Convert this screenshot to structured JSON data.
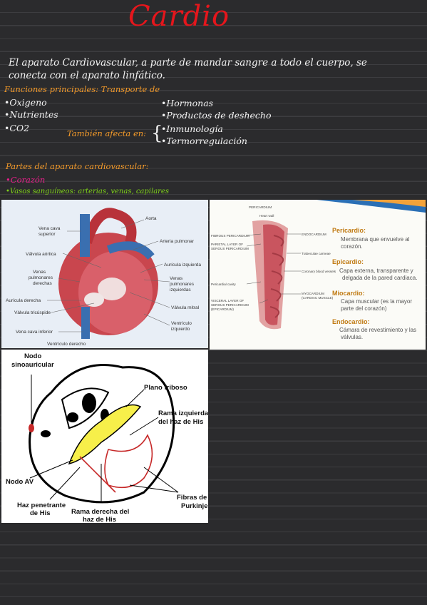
{
  "title": "Cardio",
  "intro": {
    "line1": "El aparato Cardiovascular, a parte de mandar sangre a todo el cuerpo, se",
    "line2": "conecta con el aparato linfático."
  },
  "functions": {
    "heading": "Funciones principales: Transporte de",
    "left_items": [
      "•Oxigeno",
      "•Nutrientes",
      "•CO2"
    ],
    "right_items": [
      "•Hormonas",
      "•Productos de deshecho"
    ],
    "also_label": "También afecta en:",
    "also_items": [
      "•Inmunología",
      "•Termorregulación"
    ]
  },
  "parts": {
    "heading": "Partes del aparato cardiovascular:",
    "item1": "•Corazón",
    "item2": "•Vasos sanguíneos: arterias, venas, capilares"
  },
  "heart_diagram": {
    "labels": {
      "aorta": "Aorta",
      "vcs": "Vena cava",
      "vcs2": "superior",
      "arteria_pulmonar": "Arteria pulmonar",
      "valvula_aortica": "Válvula aórtica",
      "auricula_izq": "Aurícula izquierda",
      "venas_der1": "Venas",
      "venas_der2": "pulmonares",
      "venas_der3": "derechas",
      "venas_izq1": "Venas",
      "venas_izq2": "pulmonares",
      "venas_izq3": "izquierdas",
      "auricula_der": "Aurícula derecha",
      "valvula_mitral": "Válvula mitral",
      "valvula_tricuspide": "Válvula tricúspide",
      "ventriculo_izq1": "Ventrículo",
      "ventriculo_izq2": "izquierdo",
      "vci": "Vena cava inferior",
      "ventriculo_der": "Ventrículo derecho"
    }
  },
  "layers_diagram": {
    "small_labels": {
      "pericardium": "PERICARDIUM",
      "heart_wall": "Heart wall",
      "fibrous": "FIBROUS PERICARDIUM",
      "parietal1": "PARIETAL LAYER OF",
      "parietal2": "SEROUS PERICARDIUM",
      "cavity": "Pericardial cavity",
      "visceral1": "VISCERAL LAYER OF",
      "visceral2": "SEROUS PERICARDIUM",
      "visceral3": "(EPICARDIUM)",
      "endocardium": "ENDOCARDIUM",
      "trabeculae": "Trabeculae carneae",
      "coronary": "Coronary blood vessels",
      "myocardium1": "MYOCARDIUM",
      "myocardium2": "(CARDIAC MUSCLE)"
    },
    "layers": [
      {
        "name": "Pericardio:",
        "desc1": "Membrana que envuelve al",
        "desc2": "corazón."
      },
      {
        "name": "Epicardio:",
        "desc1": "Capa externa, transparente y",
        "desc2": "delgada de la pared cardiaca."
      },
      {
        "name": "Miocardio:",
        "desc1": "Capa muscular (es la mayor",
        "desc2": "parte del corazón)"
      },
      {
        "name": "Endocardio:",
        "desc1": "Cámara de revestimiento y las",
        "desc2": "válvulas."
      }
    ]
  },
  "conduction_diagram": {
    "labels": {
      "nodo_sa1": "Nodo",
      "nodo_sa2": "sinoauricular",
      "plano": "Plano friboso",
      "rama_izq1": "Rama izquierda",
      "rama_izq2": "del haz de His",
      "nodo_av": "Nodo AV",
      "fibras1": "Fibras de",
      "fibras2": "Purkinje",
      "haz1": "Haz penetrante",
      "haz2": "de His",
      "rama_der1": "Rama derecha del",
      "rama_der2": "haz de His"
    }
  },
  "colors": {
    "background": "#2b2b2d",
    "title": "#e5161c",
    "heading": "#f39a2a",
    "corazon": "#e81e8a",
    "vasos": "#7fd11a"
  }
}
